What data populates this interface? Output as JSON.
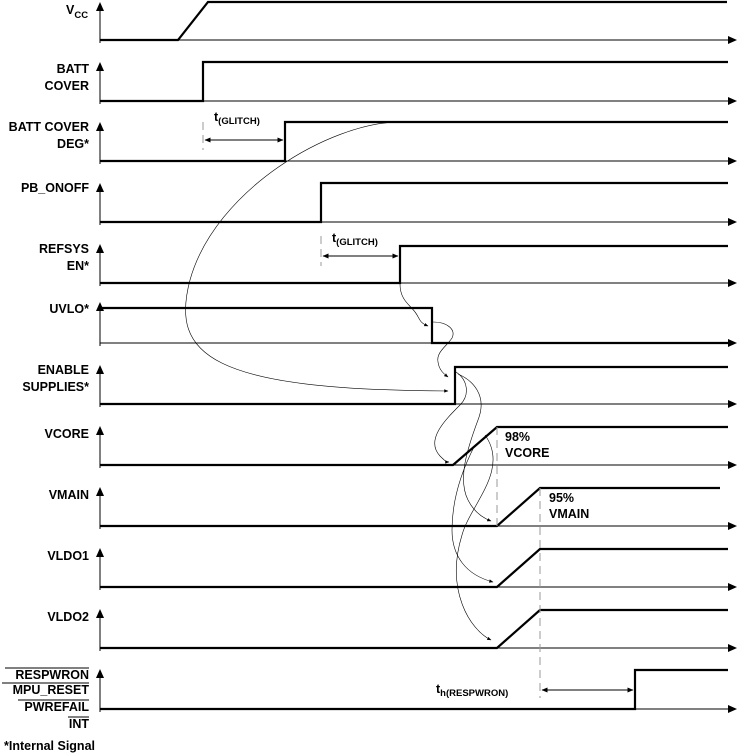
{
  "rows": [
    {
      "lines": [
        "V",
        ""
      ],
      "sub": "CC"
    },
    {
      "lines": [
        "BATT",
        "COVER"
      ]
    },
    {
      "lines": [
        "BATT COVER",
        "DEG*"
      ]
    },
    {
      "lines": [
        "PB_ONOFF"
      ]
    },
    {
      "lines": [
        "REFSYS",
        "EN*"
      ]
    },
    {
      "lines": [
        "UVLO*"
      ]
    },
    {
      "lines": [
        "ENABLE",
        "SUPPLIES*"
      ]
    },
    {
      "lines": [
        "VCORE"
      ]
    },
    {
      "lines": [
        "VMAIN"
      ]
    },
    {
      "lines": [
        "VLDO1"
      ]
    },
    {
      "lines": [
        "VLDO2"
      ]
    },
    {
      "lines": [
        "RESPWRON",
        "MPU_RESET",
        "PWREFAIL",
        "INT"
      ]
    }
  ],
  "annotations": {
    "glitch1": {
      "t": "t",
      "sub": "(GLITCH)"
    },
    "glitch2": {
      "t": "t",
      "sub": "(GLITCH)"
    },
    "vcore_pct": "98%",
    "vcore_name": "VCORE",
    "vmain_pct": "95%",
    "vmain_name": "VMAIN",
    "respwron": {
      "t": "t",
      "sub": "h(RESPWRON)"
    }
  },
  "footnote": "*Internal Signal"
}
